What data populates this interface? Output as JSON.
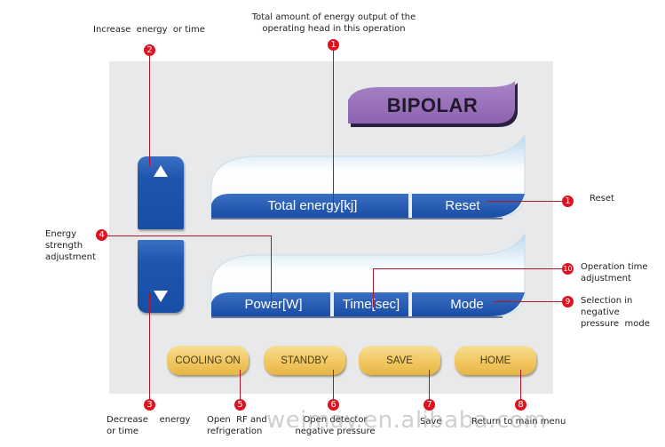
{
  "screen": {
    "mode_label": "BIPOLAR",
    "display_top": {
      "primary_label": "Total energy[kj]",
      "secondary_label": "Reset"
    },
    "display_bottom": {
      "labels": [
        "Power[W]",
        "Time[sec]",
        "Mode"
      ]
    },
    "arrow_buttons": {
      "up_icon": "triangle-up",
      "down_icon": "triangle-down"
    },
    "buttons": [
      "COOLING ON",
      "STANDBY",
      "SAVE",
      "HOME"
    ]
  },
  "annotations": [
    {
      "number": "1",
      "text": "Total amount of energy output of the operating head in this operation"
    },
    {
      "number": "2",
      "text": "Increase  energy  or time"
    },
    {
      "number": "3",
      "text": "Decrease    energy or time"
    },
    {
      "number": "4",
      "text": "Energy strength adjustment"
    },
    {
      "number": "1",
      "text": "Reset"
    },
    {
      "number": "5",
      "text": "Open  RF and refrigeration"
    },
    {
      "number": "6",
      "text": "Open detector negative pressure"
    },
    {
      "number": "7",
      "text": "Save"
    },
    {
      "number": "8",
      "text": "Return to main menu"
    },
    {
      "number": "9",
      "text": "Selection in negative pressure  mode"
    },
    {
      "number": "10",
      "text": "Operation time adjustment"
    }
  ],
  "colors": {
    "panel": "#e8e9ea",
    "bar_blue": "#1f55ad",
    "badge_purple": "#9a6fb8",
    "gold": "#f1c760",
    "annotation_red": "#e0101f"
  },
  "watermark": "weimay.en.alibaba.com"
}
